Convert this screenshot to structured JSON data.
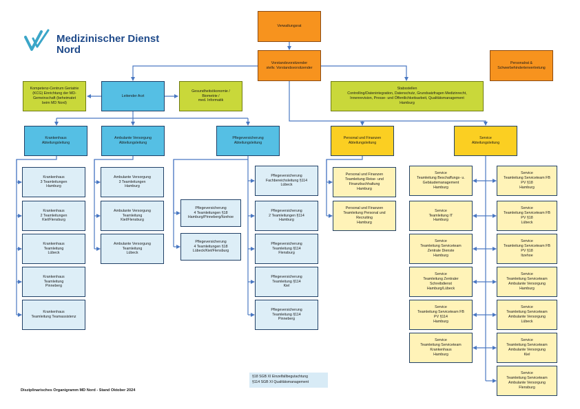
{
  "logo": {
    "line1": "Medizinischer Dienst",
    "line2": "Nord"
  },
  "top": {
    "verwaltungsrat": [
      "Verwaltungsrat"
    ],
    "vorstand": [
      "Vorstandsvorsitzender",
      "stellv. Vorstandsvorsitzender"
    ],
    "personalrat": [
      "Personalrat &",
      "Schwerbehindertenvertretung"
    ]
  },
  "second_row": {
    "kompetenz": [
      "Kompetenz-Centrum Geriatrie",
      "(KCG) Einrichtung der MD-",
      "Gemeinschaft (beheimatet",
      "beim MD Nord)"
    ],
    "leitender_arzt": [
      "Leitender Arzt"
    ],
    "gesundheit": [
      "Gesundheitsökonomie /",
      "Biometrie /",
      "med. Informatik"
    ],
    "stabsstellen": [
      "Stabsstellen",
      "Controlling/Datenintegration, Datenschutz, Grundsatzfragen Medizinrecht,",
      "Innenrevision, Presse- und Öffentlichkeitsarbeit, Qualitätsmanagement",
      "Hamburg"
    ]
  },
  "departments": {
    "krankenhaus": [
      "Krankenhaus",
      "Abteilungsleitung"
    ],
    "ambulant": [
      "Ambulante Versorgung",
      "Abteilungsleitung"
    ],
    "pflege": [
      "Pflegeversicherung",
      "Abteilungsleitung"
    ],
    "personal": [
      "Personal und Finanzen",
      "Abteilungsleitung"
    ],
    "service": [
      "Service",
      "Abteilungsleitung"
    ]
  },
  "krankenhaus_teams": [
    [
      "Krankenhaus",
      "3 Teamleitungen",
      "Hamburg"
    ],
    [
      "Krankenhaus",
      "2 Teamleitungen",
      "Kiel/Flensburg"
    ],
    [
      "Krankenhaus",
      "Teamleitung",
      "Lübeck"
    ],
    [
      "Krankenhaus",
      "Teamleitung",
      "Pinneberg"
    ],
    [
      "Krankenhaus",
      "Teamleitung Teamassistenz"
    ]
  ],
  "ambulant_teams": [
    [
      "Ambulante Versorgung",
      "3 Teamleitungen",
      "Hamburg"
    ],
    [
      "Ambulante Versorgung",
      "Teamleitung",
      "Kiel/Flensburg"
    ],
    [
      "Ambulante Versorgung",
      "Teamleitung",
      "Lübeck"
    ]
  ],
  "pflege_left_teams": [
    [
      "Pflegeversicherung",
      "4 Teamleitungen §18",
      "Hamburg/Pinneberg/Itzehoe"
    ],
    [
      "Pflegeversicherung",
      "4 Teamleitungen §18",
      "Lübeck/Kiel/Flensburg"
    ]
  ],
  "pflege_right_teams": [
    [
      "Pflegeversicherung",
      "Fachbereichsleitung §114",
      "Lübeck"
    ],
    [
      "Pflegeversicherung",
      "2 Teamleitungen §114",
      "Hamburg"
    ],
    [
      "Pflegeversicherung",
      "Teamleitung §114",
      "Flensburg"
    ],
    [
      "Pflegeversicherung",
      "Teamleitung §114",
      "Kiel"
    ],
    [
      "Pflegeversicherung",
      "Teamleitung §114",
      "Pinneberg"
    ]
  ],
  "personal_teams": [
    [
      "Personal und Finanzen",
      "Teamleitung Reise- und",
      "Finanzbuchhaltung",
      "Hamburg"
    ],
    [
      "Personal und Finanzen",
      "Teamleitung Personal und",
      "Recruiting",
      "Hamburg"
    ]
  ],
  "service_left_teams": [
    [
      "Service",
      "Teamleitung Beschaffungs- u.",
      "Gebäudemanagement",
      "Hamburg"
    ],
    [
      "Service",
      "Teamleitung IT",
      "Hamburg"
    ],
    [
      "Service",
      "Teamleitung Serviceteam",
      "Zentrale Dienste",
      "Hamburg"
    ],
    [
      "Service",
      "Teamleitung Zentraler",
      "Schreibdienst",
      "Hamburg/Lübeck"
    ],
    [
      "Service",
      "Teamleitung Serviceteam FB",
      "PV §114",
      "Hamburg"
    ],
    [
      "Service",
      "Teamleitung Serviceteam",
      "Krankenhaus",
      "Hamburg"
    ]
  ],
  "service_right_teams": [
    [
      "Service",
      "Teamleitung Serviceteam FB",
      "PV §18",
      "Hamburg"
    ],
    [
      "Service",
      "Teamleitung Serviceteam FB",
      "PV §18",
      "Lübeck"
    ],
    [
      "Service",
      "Teamleitung Serviceteam FB",
      "PV §18",
      "Itzehoe"
    ],
    [
      "Service",
      "Teamleitung Serviceteam",
      "Ambulante Versorgung",
      "Hamburg"
    ],
    [
      "Service",
      "Teamleitung Serviceteam",
      "Ambulante Versorgung",
      "Lübeck"
    ],
    [
      "Service",
      "Teamleitung Serviceteam",
      "Ambulante Versorgung",
      "Kiel"
    ],
    [
      "Service",
      "Teamleitung Serviceteam",
      "Ambulante Versorgung",
      "Flensburg"
    ]
  ],
  "legend": [
    "§18 SGB XI Einzelfallbegutachtung",
    "§114 SGB XI Qualitätsmanagement"
  ],
  "footer": "Disziplinarisches Organigramm MD Nord - Stand Oktober 2024",
  "colors": {
    "connector": "#4a78c2",
    "orange": "#f7931e",
    "green": "#c9d83a",
    "blue": "#55bfe4",
    "lightblue": "#ddeef7",
    "yellow": "#fbcf22",
    "lightyellow": "#fff3b8",
    "logo": "#1f4a8a",
    "logo_accent": "#3ba6c8"
  }
}
